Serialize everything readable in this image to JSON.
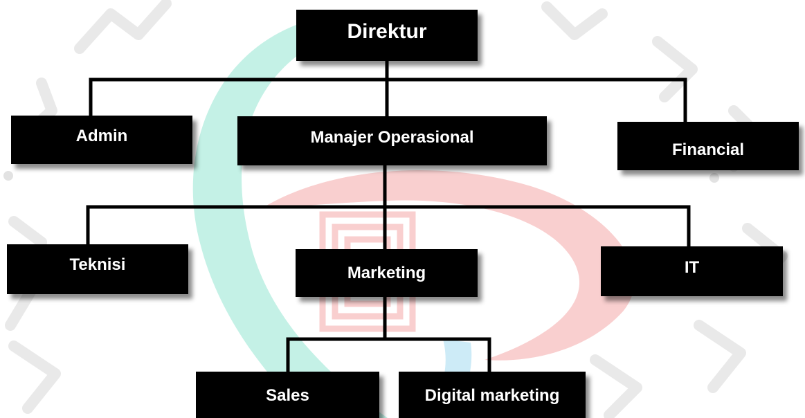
{
  "org_chart": {
    "root": {
      "label": "Direktur"
    },
    "level1": {
      "admin": {
        "label": "Admin"
      },
      "manager": {
        "label": "Manajer Operasional"
      },
      "financial": {
        "label": "Financial"
      }
    },
    "level2": {
      "teknisi": {
        "label": "Teknisi"
      },
      "marketing": {
        "label": "Marketing"
      },
      "it": {
        "label": "IT"
      }
    },
    "level3": {
      "sales": {
        "label": "Sales"
      },
      "digital": {
        "label": "Digital marketing"
      }
    },
    "edges": [
      [
        "Direktur",
        "Admin"
      ],
      [
        "Direktur",
        "Manajer Operasional"
      ],
      [
        "Direktur",
        "Financial"
      ],
      [
        "Manajer Operasional",
        "Teknisi"
      ],
      [
        "Manajer Operasional",
        "Marketing"
      ],
      [
        "Manajer Operasional",
        "IT"
      ],
      [
        "Marketing",
        "Sales"
      ],
      [
        "Marketing",
        "Digital marketing"
      ]
    ]
  },
  "colors": {
    "box_fill": "#000000",
    "box_text": "#ffffff",
    "connector": "#000000",
    "watermark_teal": "#c4f1e6",
    "watermark_red": "#f9cfcf",
    "watermark_blue": "#cdebf7",
    "watermark_gray": "#e9e9e9"
  }
}
